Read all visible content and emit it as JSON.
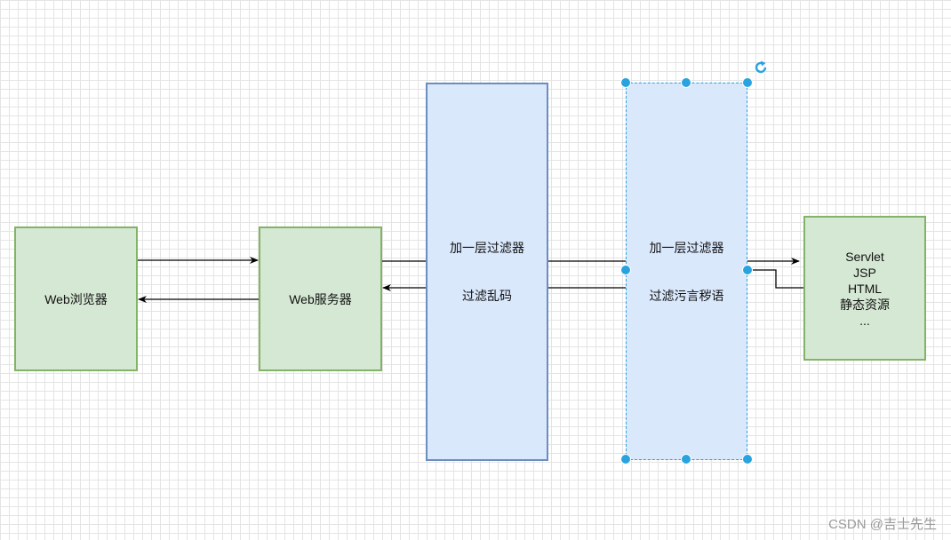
{
  "nodes": {
    "browser": "Web浏览器",
    "server": "Web服务器",
    "filter1": {
      "line1": "加一层过滤器",
      "line2": "过滤乱码"
    },
    "filter2": {
      "line1": "加一层过滤器",
      "line2": "过滤污言秽语"
    },
    "resources": [
      "Servlet",
      "JSP",
      "HTML",
      "静态资源",
      "..."
    ]
  },
  "colors": {
    "green_fill": "#d5e8d4",
    "green_stroke": "#82b366",
    "blue_fill": "#dae8fc",
    "blue_stroke": "#6c8ebf",
    "selection": "#29a3e0",
    "edge": "#000000"
  },
  "icons": [
    "rotate-icon"
  ],
  "watermark": "CSDN @吉士先生"
}
